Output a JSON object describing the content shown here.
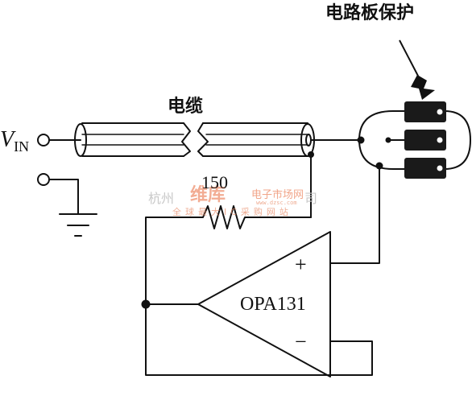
{
  "labels": {
    "vin_main": "V",
    "vin_sub": "IN",
    "cable": "电缆",
    "board_guard": "电路板保护",
    "resistor": "150",
    "opamp": "OPA131",
    "plus": "+",
    "minus": "−"
  },
  "watermark": {
    "text_left": "杭州",
    "logo": "维库",
    "text_right": "电子市场网",
    "company": "司",
    "url": "www.dzsc.com",
    "slogan": "全球最大IC采购网站"
  },
  "colors": {
    "ink": "#111111",
    "board_pad": "#1a1a1a",
    "watermark_orange": "#e86a3c",
    "watermark_gray": "#c8c8c8"
  }
}
